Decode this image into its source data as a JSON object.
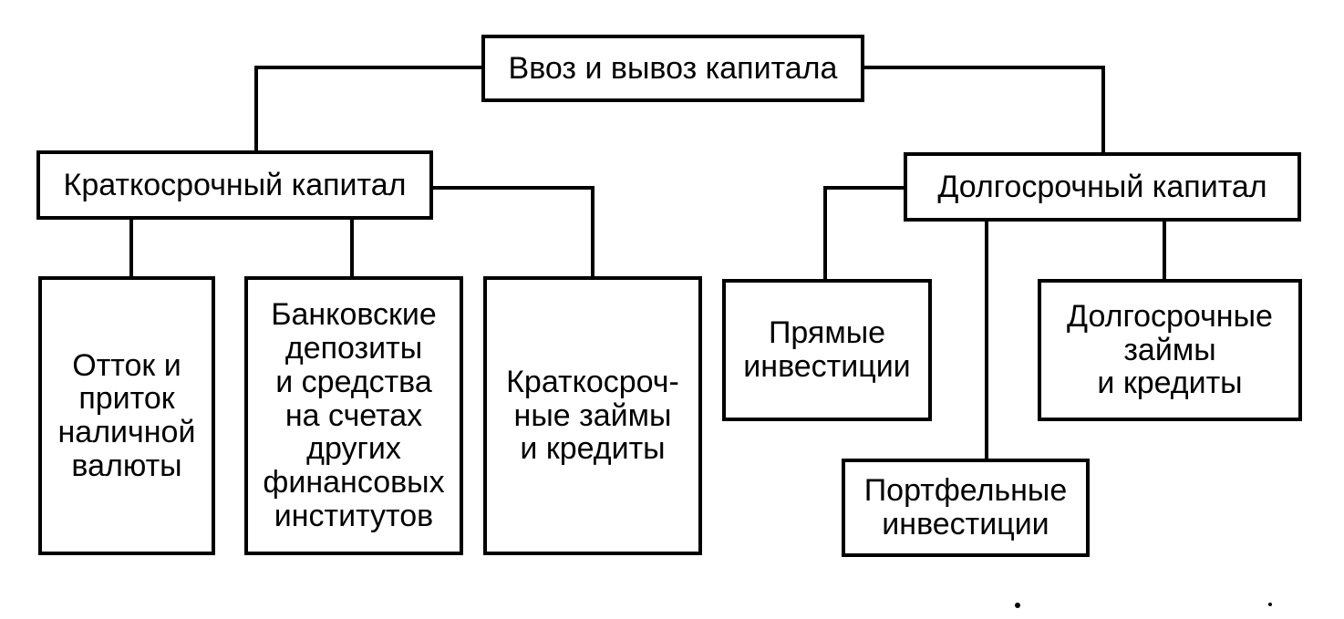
{
  "diagram": {
    "root": "Ввоз и вывоз капитала",
    "short_term": {
      "title": "Краткосрочный капитал",
      "items": [
        "Отток и\nприток\nналичной\nвалюты",
        "Банковские\nдепозиты\nи средства\nна счетах\nдругих\nфинансовых\nинститутов",
        "Краткосроч-\nные займы\nи кредиты"
      ]
    },
    "long_term": {
      "title": "Долгосрочный капитал",
      "items": [
        "Прямые\nинвестиции",
        "Портфельные\nинвестиции",
        "Долгосрочные\nзаймы\nи кредиты"
      ]
    }
  },
  "colors": {
    "line": "#000000",
    "box_border": "#000000",
    "background": "#ffffff"
  }
}
